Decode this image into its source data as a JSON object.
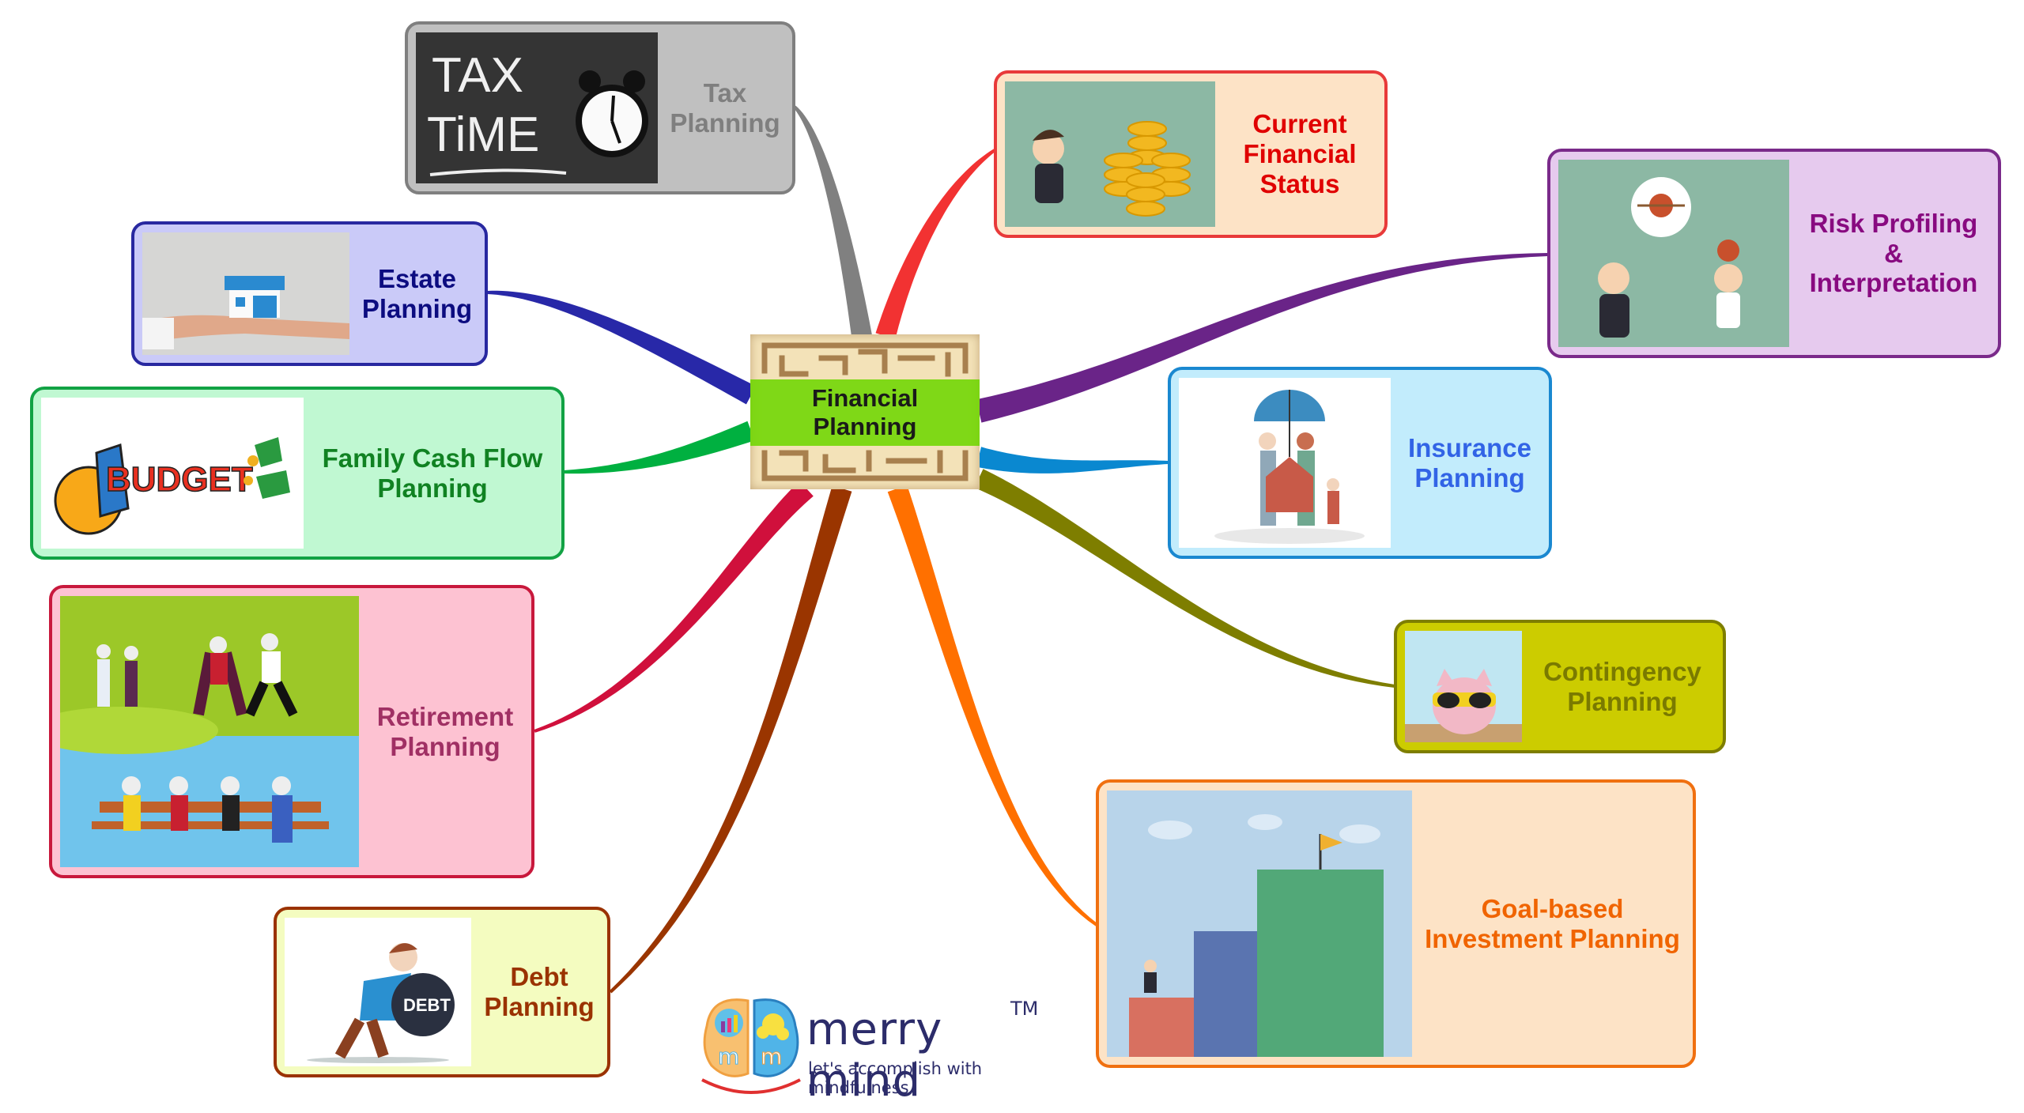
{
  "center": {
    "title": "Financial\nPlanning"
  },
  "nodes": [
    {
      "id": "tax",
      "label": "Tax\nPlanning",
      "image": "tax-time-alarm-clock",
      "bg": "#c0c0c0",
      "border": "#7f7f7f",
      "text": "#7f7f7f",
      "connector": "#808080"
    },
    {
      "id": "current",
      "label": "Current\nFinancial\nStatus",
      "image": "businessman-stethoscope-coins",
      "bg": "#fde3c6",
      "border": "#e83a3a",
      "text": "#e00000",
      "connector": "#f23232"
    },
    {
      "id": "risk",
      "label": "Risk Profiling\n&\nInterpretation",
      "image": "archer-apple-target",
      "bg": "#e6caee",
      "border": "#7a2a8a",
      "text": "#880a80",
      "connector": "#6a2488"
    },
    {
      "id": "insurance",
      "label": "Insurance\nPlanning",
      "image": "family-umbrella-house",
      "bg": "#c2ecfc",
      "border": "#1a88d0",
      "text": "#3264e6",
      "connector": "#0a88d0"
    },
    {
      "id": "contingency",
      "label": "Contingency\nPlanning",
      "image": "piggy-bank-sunglasses",
      "bg": "#cccc00",
      "border": "#7e7e00",
      "text": "#7a7a00",
      "connector": "#7e7e00"
    },
    {
      "id": "goal",
      "label": "Goal-based\nInvestment Planning",
      "image": "stairs-ladders-flag",
      "bg": "#fde3c6",
      "border": "#f07010",
      "text": "#f06400",
      "connector": "#ff7000"
    },
    {
      "id": "debt",
      "label": "Debt\nPlanning",
      "image": "man-carrying-debt-ball",
      "bg": "#f4fcc0",
      "border": "#9a3200",
      "text": "#9a3200",
      "connector": "#9a3500"
    },
    {
      "id": "retirement",
      "label": "Retirement\nPlanning",
      "image": "seniors-exercising-park-bench",
      "bg": "#fdc2d2",
      "border": "#c8183c",
      "text": "#a03064",
      "connector": "#d0103c"
    },
    {
      "id": "family",
      "label": "Family Cash Flow\nPlanning",
      "image": "budget-money-flying",
      "bg": "#c0f8d2",
      "border": "#12a244",
      "text": "#108222",
      "connector": "#00b040"
    },
    {
      "id": "estate",
      "label": "Estate\nPlanning",
      "image": "hands-giving-house",
      "bg": "#cacaf8",
      "border": "#2828a0",
      "text": "#0c0c80",
      "connector": "#2828a8"
    }
  ],
  "logo": {
    "brand": "merry mind",
    "trademark": "TM",
    "tagline": "let's accomplish with mindfulness"
  }
}
